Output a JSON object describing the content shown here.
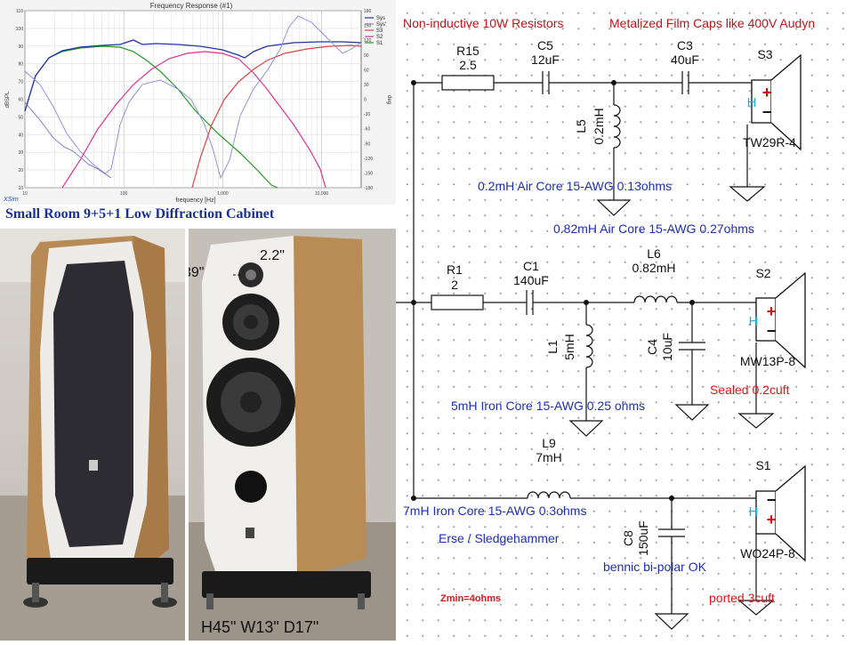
{
  "graph": {
    "title": "Frequency Response (#1)",
    "brand": "XSim",
    "xlabel": "frequency [Hz]",
    "ylabel_left": "dBSPL",
    "ylabel_right": "deg",
    "x_ticks": [
      "10",
      "100",
      "1,000",
      "10,000"
    ],
    "y_left_ticks": [
      "110",
      "100",
      "90",
      "80",
      "70",
      "60",
      "50",
      "40",
      "30",
      "20",
      "10"
    ],
    "y_right_ticks": [
      "180",
      "150",
      "120",
      "90",
      "60",
      "30",
      "0",
      "-30",
      "-60",
      "-90",
      "-120",
      "-150",
      "-180"
    ],
    "legend": [
      {
        "label": "Sys",
        "color": "#2233aa"
      },
      {
        "label": "Sys'",
        "color": "#8888dd"
      },
      {
        "label": "S3",
        "color": "#e04040"
      },
      {
        "label": "S2",
        "color": "#dd3399"
      },
      {
        "label": "S1",
        "color": "#229922"
      }
    ]
  },
  "caption": "Small Room 9+5+1 Low Diffraction Cabinet",
  "photo": {
    "label_height": "39\"",
    "label_tweeter": "2.2\"",
    "dimensions": "H45\" W13\" D17\""
  },
  "schematic": {
    "header_left": "Non-inductive 10W Resistors",
    "header_right": "Metalized Film Caps like 400V Audyn",
    "R15": {
      "name": "R15",
      "value": "2.5"
    },
    "C5": {
      "name": "C5",
      "value": "12uF"
    },
    "C3": {
      "name": "C3",
      "value": "40uF"
    },
    "L5": {
      "name": "L5",
      "value": "0.2mH"
    },
    "S3": {
      "name": "S3",
      "model": "TW29R-4"
    },
    "note_L5": "0.2mH Air Core 15-AWG 0.13ohms",
    "note_L6": "0.82mH Air Core 15-AWG 0.27ohms",
    "R1": {
      "name": "R1",
      "value": "2"
    },
    "C1": {
      "name": "C1",
      "value": "140uF"
    },
    "L6": {
      "name": "L6",
      "value": "0.82mH"
    },
    "L1": {
      "name": "L1",
      "value": "5mH"
    },
    "C4": {
      "name": "C4",
      "value": "10uF"
    },
    "S2": {
      "name": "S2",
      "model": "MW13P-8",
      "box": "Sealed 0.2cuft"
    },
    "note_L1": "5mH Iron Core 15-AWG 0.25 ohms",
    "L9": {
      "name": "L9",
      "value": "7mH"
    },
    "S1": {
      "name": "S1",
      "model": "WO24P-8",
      "box": "ported 3cuft"
    },
    "note_L9": "7mH Iron Core 15-AWG 0.3ohms",
    "note_erse": "Erse / Sledgehammer",
    "C8": {
      "name": "C8",
      "value": "150uF"
    },
    "note_C8": "bennic bi-polar OK",
    "zmin": "Zmin=4ohms",
    "polarity_plus": "+",
    "polarity_minus": "−",
    "speaker_mark": "H"
  }
}
